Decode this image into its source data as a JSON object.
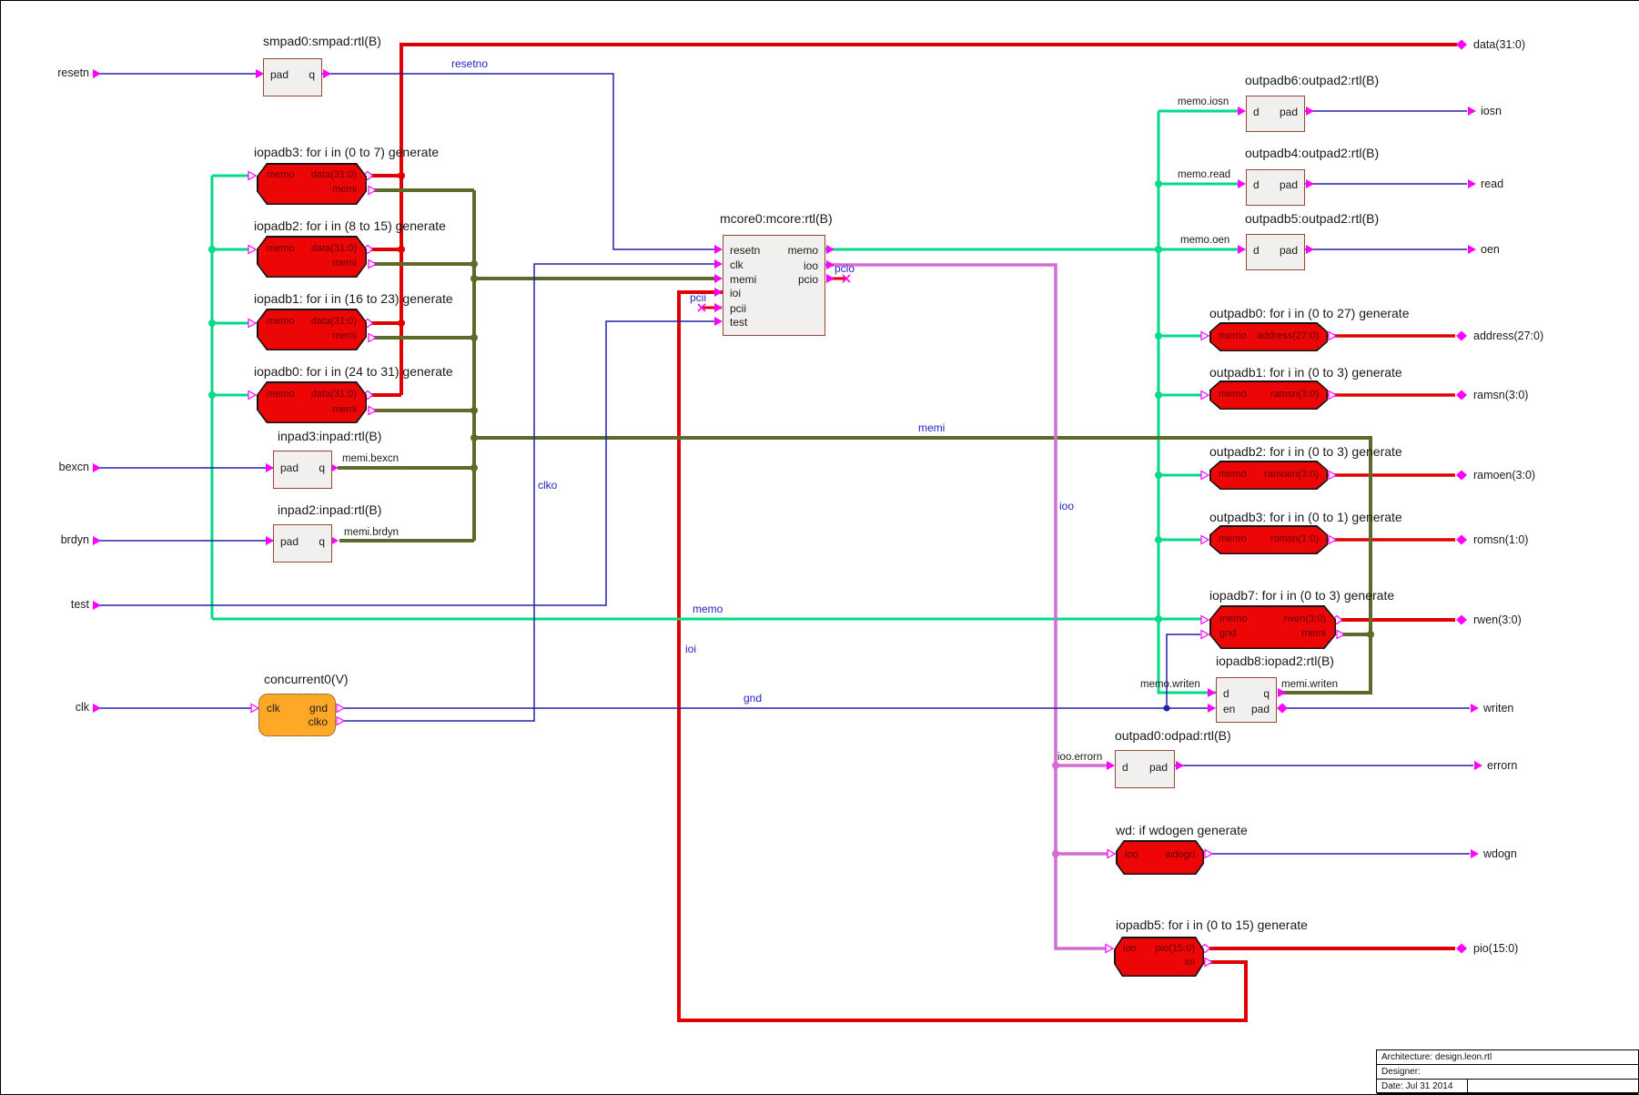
{
  "terminals": {
    "inputs": [
      {
        "label": "resetn"
      },
      {
        "label": "bexcn"
      },
      {
        "label": "brdyn"
      },
      {
        "label": "test"
      },
      {
        "label": "clk"
      }
    ],
    "outputs": [
      {
        "label": "data(31:0)"
      },
      {
        "label": "iosn"
      },
      {
        "label": "read"
      },
      {
        "label": "oen"
      },
      {
        "label": "address(27:0)"
      },
      {
        "label": "ramsn(3:0)"
      },
      {
        "label": "ramoen(3:0)"
      },
      {
        "label": "romsn(1:0)"
      },
      {
        "label": "rwen(3:0)"
      },
      {
        "label": "writen"
      },
      {
        "label": "errorn"
      },
      {
        "label": "wdogn"
      },
      {
        "label": "pio(15:0)"
      }
    ]
  },
  "blocks": {
    "smpad0": {
      "title": "smpad0:smpad:rtl(B)",
      "ports": {
        "pad": "pad",
        "q": "q"
      }
    },
    "iopadb3": {
      "title": "iopadb3: for i in (0 to 7) generate",
      "ports": {
        "memo": "memo",
        "data": "data(31:0)",
        "memi": "memi"
      }
    },
    "iopadb2": {
      "title": "iopadb2: for i in (8 to 15) generate",
      "ports": {
        "memo": "memo",
        "data": "data(31:0)",
        "memi": "memi"
      }
    },
    "iopadb1": {
      "title": "iopadb1: for i in (16 to 23) generate",
      "ports": {
        "memo": "memo",
        "data": "data(31:0)",
        "memi": "memi"
      }
    },
    "iopadb0": {
      "title": "iopadb0: for i in (24 to 31) generate",
      "ports": {
        "memo": "memo",
        "data": "data(31:0)",
        "memi": "memi"
      }
    },
    "inpad3": {
      "title": "inpad3:inpad:rtl(B)",
      "ports": {
        "pad": "pad",
        "q": "q"
      },
      "net": "memi.bexcn"
    },
    "inpad2": {
      "title": "inpad2:inpad:rtl(B)",
      "ports": {
        "pad": "pad",
        "q": "q"
      },
      "net": "memi.brdyn"
    },
    "concurrent0": {
      "title": "concurrent0(V)",
      "ports": {
        "clk": "clk",
        "gnd": "gnd",
        "clko": "clko"
      }
    },
    "mcore0": {
      "title": "mcore0:mcore:rtl(B)",
      "ports": {
        "resetn": "resetn",
        "clk": "clk",
        "memi": "memi",
        "ioi": "ioi",
        "pcii": "pcii",
        "test": "test",
        "memo": "memo",
        "ioo": "ioo",
        "pcio": "pcio"
      }
    },
    "outpadb6": {
      "title": "outpadb6:outpad2:rtl(B)",
      "ports": {
        "d": "d",
        "pad": "pad"
      },
      "net": "memo.iosn"
    },
    "outpadb4": {
      "title": "outpadb4:outpad2:rtl(B)",
      "ports": {
        "d": "d",
        "pad": "pad"
      },
      "net": "memo.read"
    },
    "outpadb5": {
      "title": "outpadb5:outpad2:rtl(B)",
      "ports": {
        "d": "d",
        "pad": "pad"
      },
      "net": "memo.oen"
    },
    "outpadb0": {
      "title": "outpadb0: for i in (0 to 27) generate",
      "ports": {
        "memo": "memo",
        "out": "address(27:0)"
      }
    },
    "outpadb1": {
      "title": "outpadb1: for i in (0 to 3) generate",
      "ports": {
        "memo": "memo",
        "out": "ramsn(3:0)"
      }
    },
    "outpadb2": {
      "title": "outpadb2: for i in (0 to 3) generate",
      "ports": {
        "memo": "memo",
        "out": "ramoen(3:0)"
      }
    },
    "outpadb3": {
      "title": "outpadb3: for i in (0 to 1) generate",
      "ports": {
        "memo": "memo",
        "out": "romsn(1:0)"
      }
    },
    "iopadb7": {
      "title": "iopadb7: for i in (0 to 3) generate",
      "ports": {
        "memo": "memo",
        "gnd": "gnd",
        "rwen": "rwen(3:0)",
        "memi": "memi"
      }
    },
    "iopadb8": {
      "title": "iopadb8:iopad2:rtl(B)",
      "ports": {
        "d": "d",
        "en": "en",
        "q": "q",
        "pad": "pad"
      },
      "net_left": "memo.writen",
      "net_right": "memi.writen"
    },
    "outpad0": {
      "title": "outpad0:odpad:rtl(B)",
      "ports": {
        "d": "d",
        "pad": "pad"
      },
      "net": "ioo.errorn"
    },
    "wd": {
      "title": "wd: if wdogen generate",
      "ports": {
        "ioo": "ioo",
        "wdogn": "wdogn"
      }
    },
    "iopadb5": {
      "title": "iopadb5: for i in (0 to 15) generate",
      "ports": {
        "ioo": "ioo",
        "pio": "pio(15:0)",
        "ioi": "ioi"
      }
    }
  },
  "net_labels": {
    "resetno": "resetno",
    "clko": "clko",
    "memo": "memo",
    "memi": "memi",
    "ioi": "ioi",
    "ioo": "ioo",
    "gnd": "gnd",
    "pcii": "pcii",
    "pcio": "pcio"
  },
  "title_block": {
    "architecture": "Architecture: design.leon.rtl",
    "designer": "Designer:",
    "date": "Date: Jul 31 2014"
  },
  "colors": {
    "bus_red": "#e00000",
    "memo_green": "#00db87",
    "memi_olive": "#5c6b2b",
    "signal_blue": "#2121aa",
    "ioo_plum": "#d46cd4",
    "port_magenta": "#ff00ff",
    "generate_block_red": "#ec0606",
    "instance_block_gray": "#f2f0ee",
    "concurrent_orange": "#ffa726"
  }
}
